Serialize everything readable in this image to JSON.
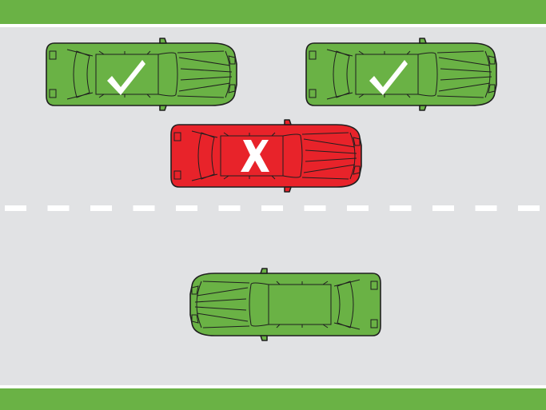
{
  "colors": {
    "road": "#e1e2e4",
    "verge": "#6ab245",
    "verge_line": "#ffffff",
    "car_ok": "#6ab245",
    "car_bad": "#e8232a",
    "car_outline": "#1f1f1f",
    "mark": "#ffffff",
    "dash": "#ffffff"
  },
  "cars": [
    {
      "id": "car-parked-left",
      "status": "ok",
      "facing": "right",
      "mark": "check-icon"
    },
    {
      "id": "car-parked-right",
      "status": "ok",
      "facing": "right",
      "mark": "check-icon"
    },
    {
      "id": "car-double-parked",
      "status": "bad",
      "facing": "right",
      "mark": "cross-icon"
    },
    {
      "id": "car-oncoming",
      "status": "ok",
      "facing": "left",
      "mark": ""
    }
  ]
}
